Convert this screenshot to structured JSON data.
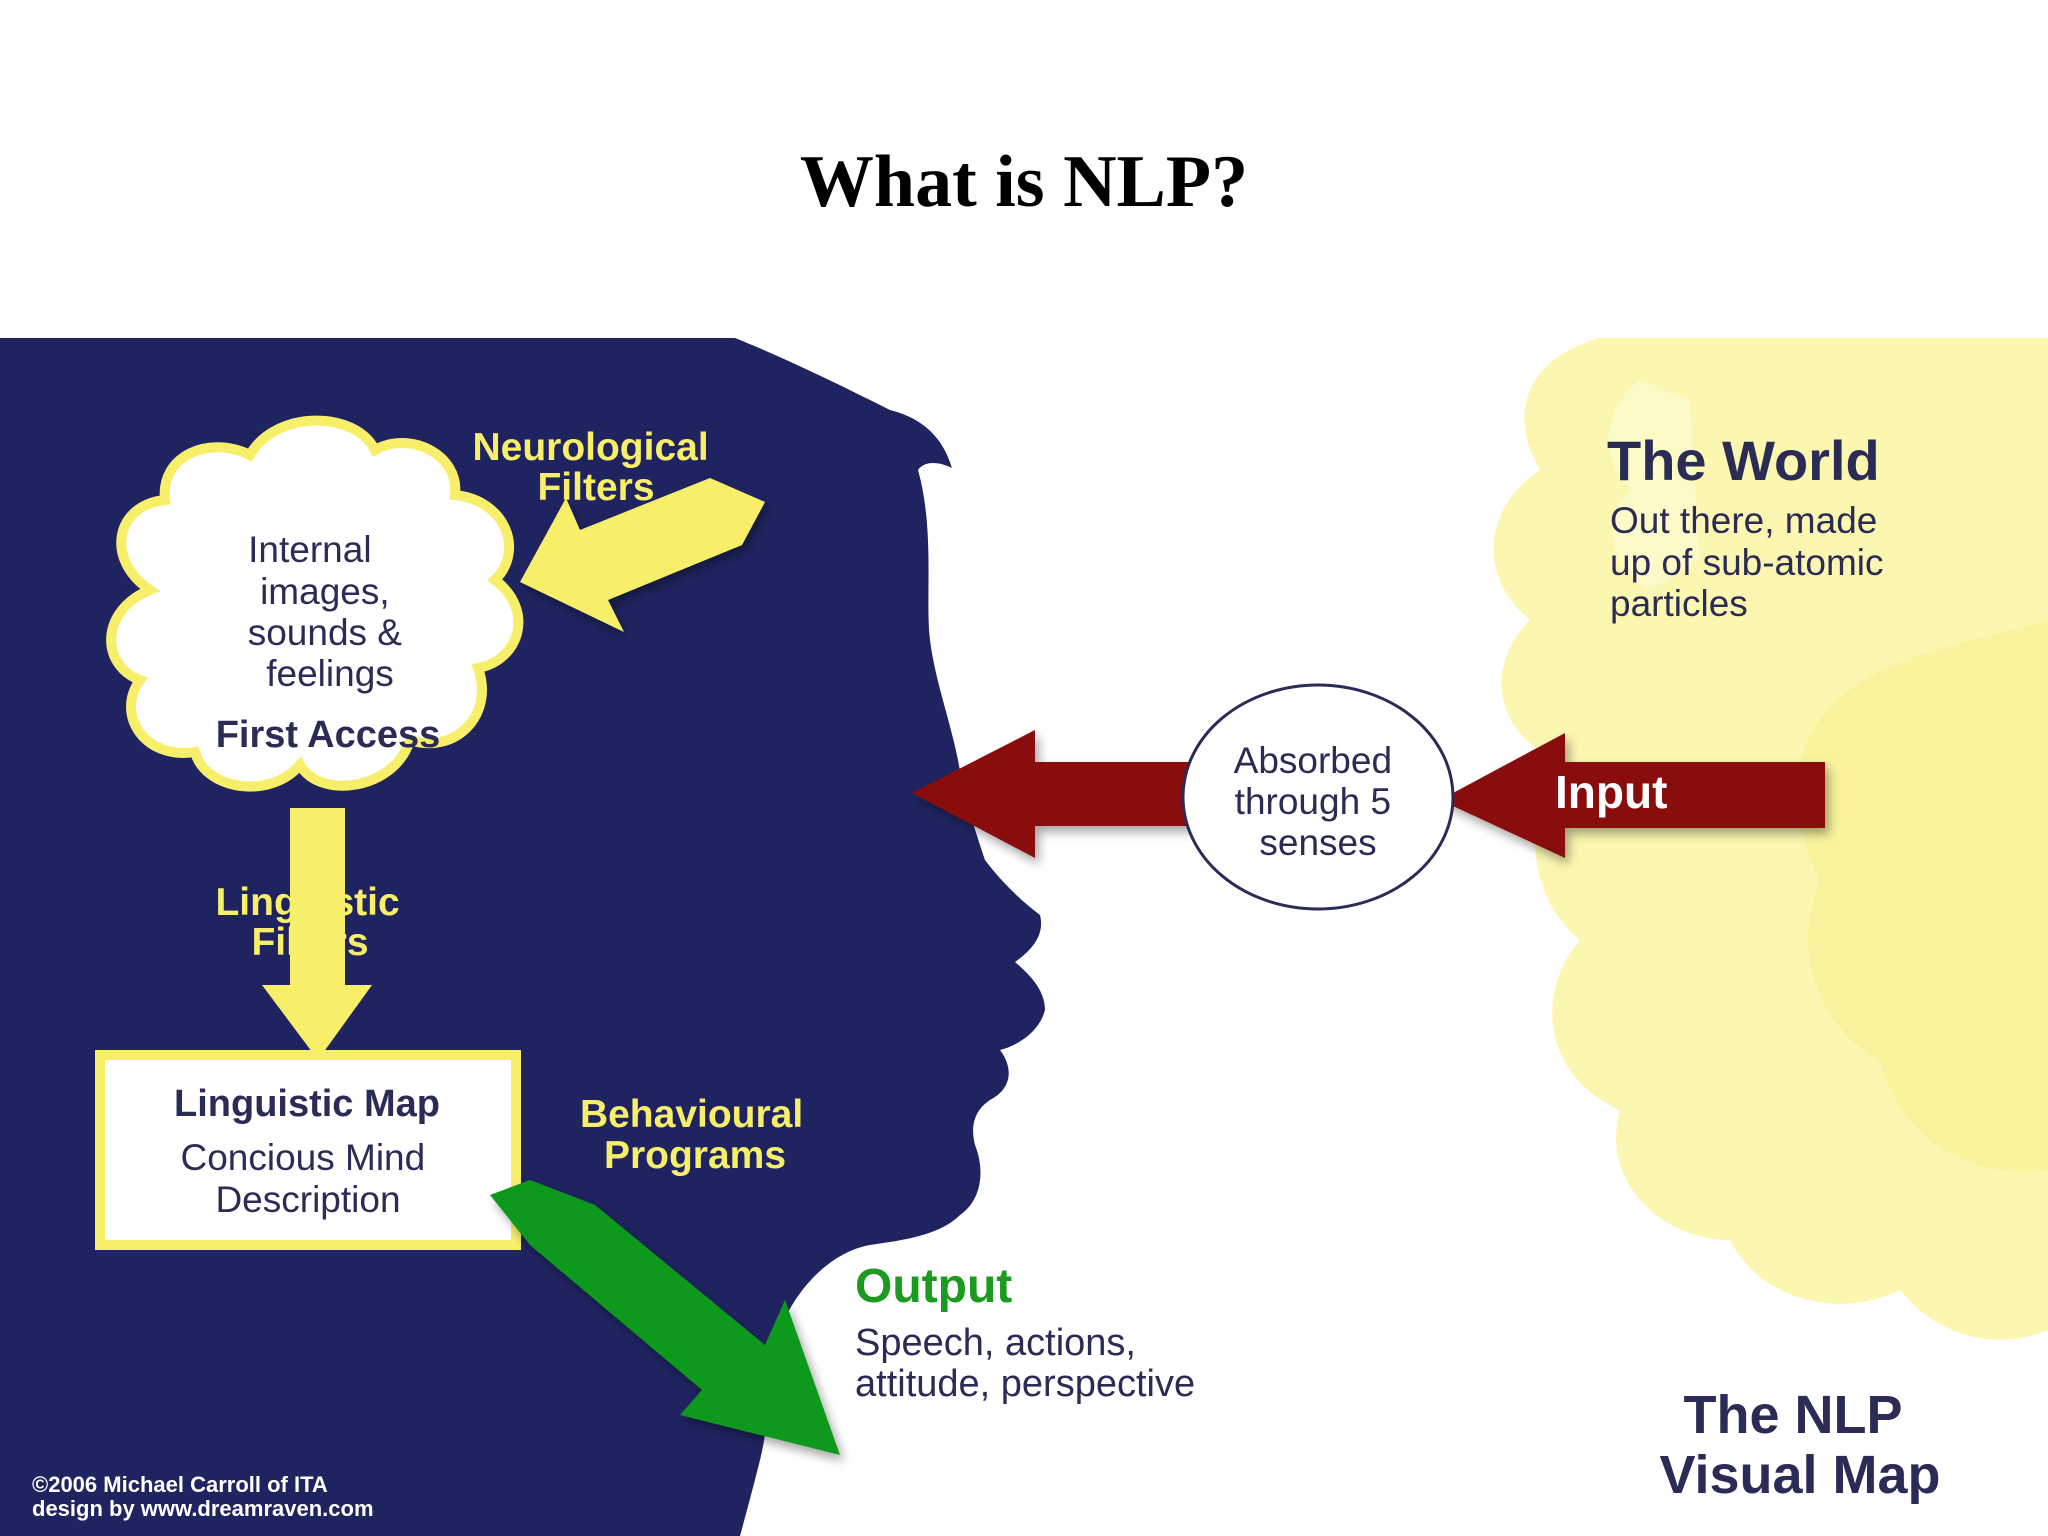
{
  "slide": {
    "title": "What is NLP?"
  },
  "diagram": {
    "neurological_filters": [
      "Neurological",
      "Filters"
    ],
    "internal_cloud": {
      "lines": [
        "Internal",
        "images,",
        "sounds &",
        "feelings"
      ],
      "access_label": "First Access"
    },
    "linguistic_filters": [
      "Linguistic",
      "Filters"
    ],
    "linguistic_map": {
      "heading": "Linguistic Map",
      "lines": [
        "Concious Mind",
        "Description"
      ]
    },
    "behavioural_programs": [
      "Behavioural",
      "Programs"
    ],
    "output": {
      "heading": "Output",
      "lines": [
        "Speech, actions,",
        "attitude, perspective"
      ]
    },
    "senses_circle": [
      "Absorbed",
      "through 5",
      "senses"
    ],
    "input_label": "Input",
    "world": {
      "heading": "The World",
      "lines": [
        "Out there, made",
        "up of sub-atomic",
        "particles"
      ]
    },
    "map_caption": [
      "The NLP",
      "Visual Map"
    ],
    "credits": [
      "©2006 Michael Carroll of ITA",
      "design by www.dreamraven.com"
    ],
    "colors": {
      "head": "#1f2461",
      "yellow": "#f7ee6a",
      "cloud_yellow": "#fbf7b0",
      "red_arrow": "#8a0c0a",
      "green_arrow": "#119a1a",
      "output_green": "#1a9a1f",
      "text_dark": "#2a2c55"
    }
  }
}
